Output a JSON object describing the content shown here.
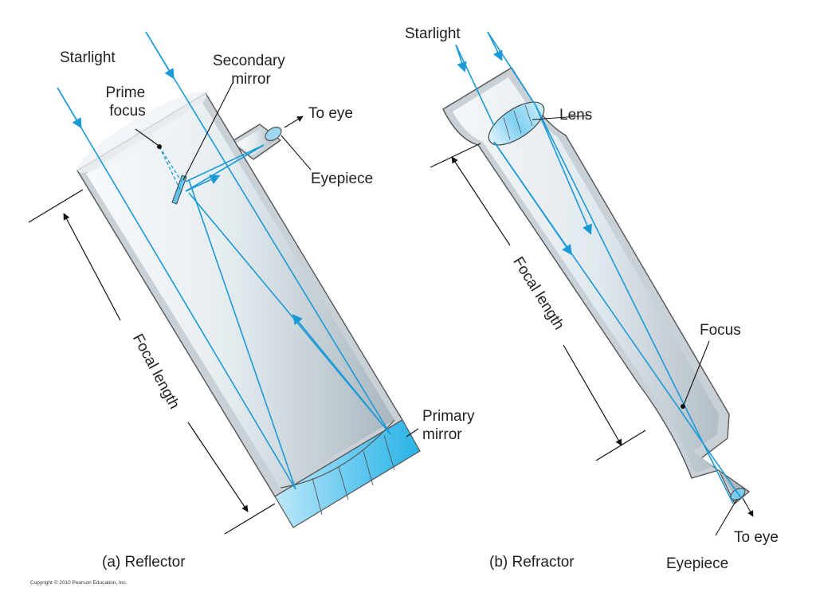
{
  "colors": {
    "ray": "#1a9ad6",
    "tube_light": "#f4f8fa",
    "tube_dark": "#aeb9c2",
    "wall": "#c9d1d7",
    "glass": "#8fd4f3",
    "mirror": "#3cbde9",
    "text": "#222222"
  },
  "reflector": {
    "caption": "(a) Reflector",
    "starlight": "Starlight",
    "prime_focus": [
      "Prime",
      "focus"
    ],
    "secondary_mirror": [
      "Secondary",
      "mirror"
    ],
    "to_eye": "To eye",
    "eyepiece": "Eyepiece",
    "primary_mirror": [
      "Primary",
      "mirror"
    ],
    "focal_length": "Focal length"
  },
  "refractor": {
    "caption": "(b) Refractor",
    "starlight": "Starlight",
    "lens": "Lens",
    "focus": "Focus",
    "to_eye": "To eye",
    "eyepiece": "Eyepiece",
    "focal_length": "Focal length"
  },
  "copyright": "Copyright © 2010 Pearson Education, Inc.",
  "icons": {
    "arrowhead": "arrow-marker",
    "focus_dot": "focus-point"
  }
}
